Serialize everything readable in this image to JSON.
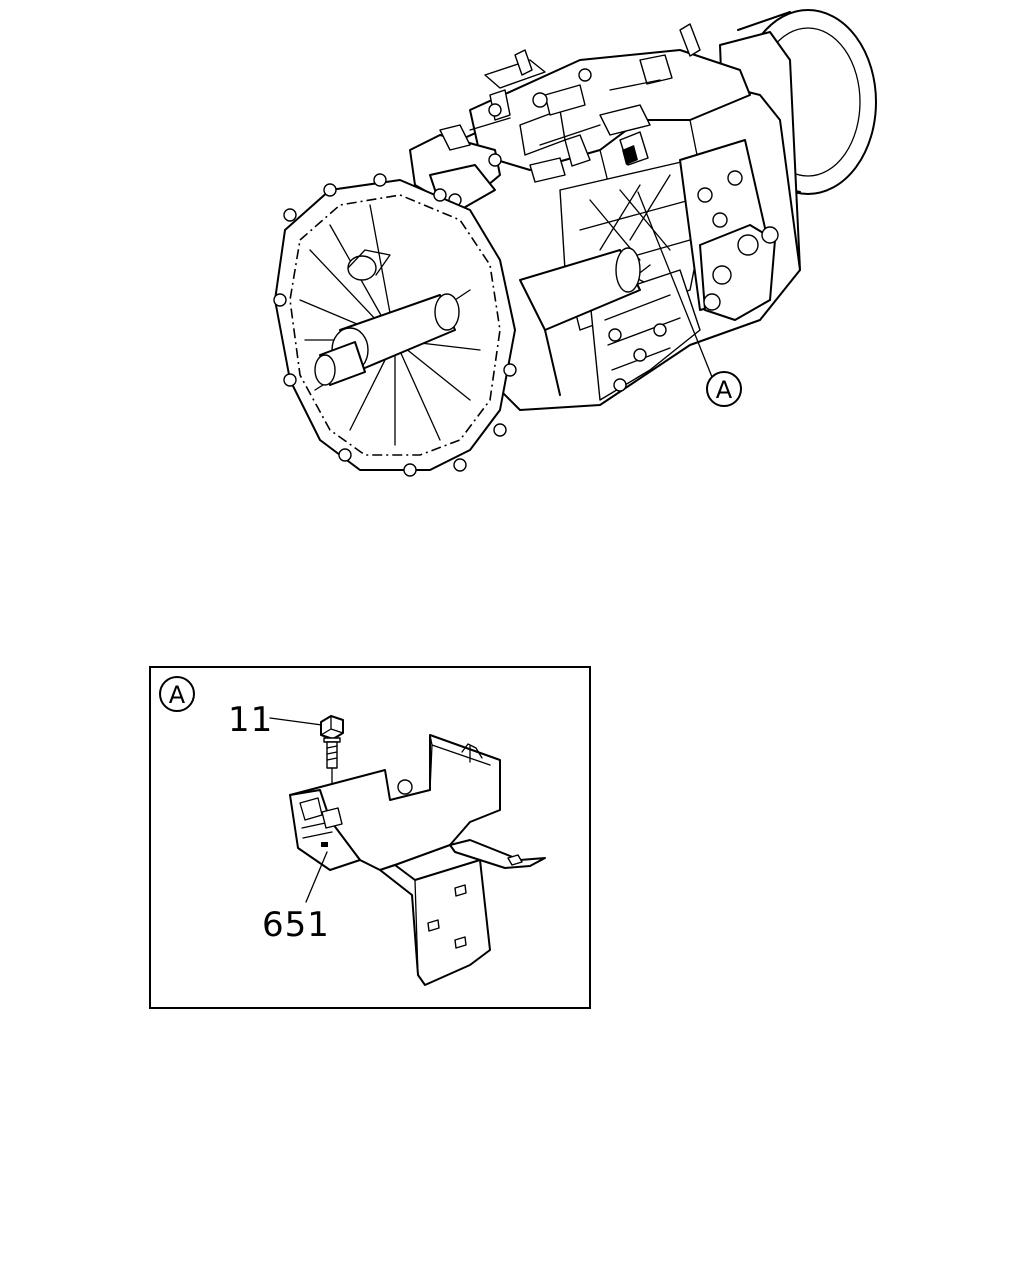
{
  "callouts": {
    "main_view_marker": "A",
    "detail_marker": "A"
  },
  "parts": [
    {
      "number": "11"
    },
    {
      "number": "651"
    }
  ]
}
